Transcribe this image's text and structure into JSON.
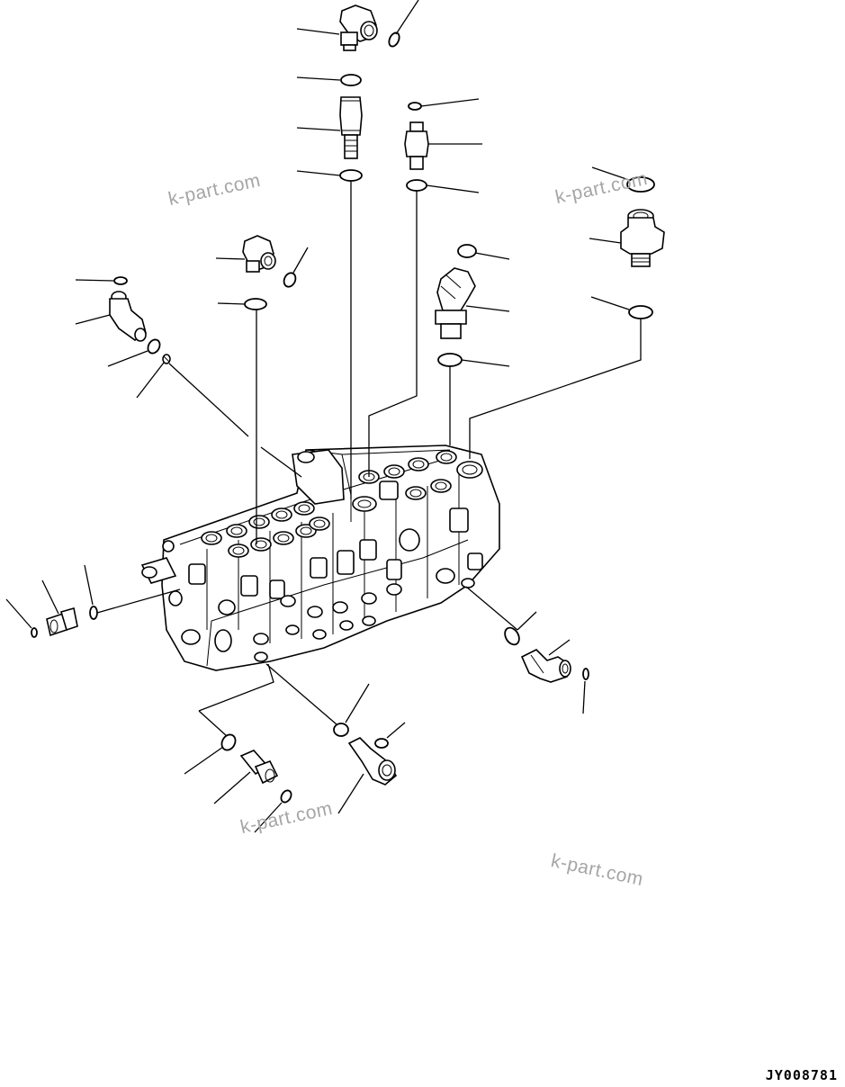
{
  "watermarks": [
    "k-part.com",
    "k-part.com",
    "k-part.com",
    "k-part.com"
  ],
  "diagram_code": "JY008781",
  "colors": {
    "ink": "#000000",
    "watermark": "#a6a6a6",
    "background": "#ffffff"
  }
}
